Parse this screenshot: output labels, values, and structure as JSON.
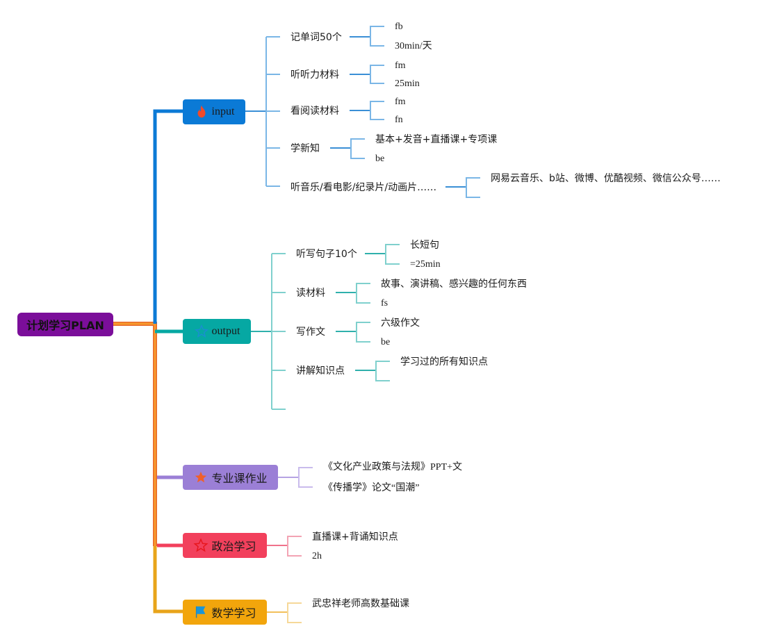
{
  "root": {
    "label": "计划学习PLAN",
    "color": "#7b0e9a"
  },
  "branches": [
    {
      "label": "input",
      "icon": "fire-icon",
      "color": "#0b7ad6",
      "children": [
        {
          "label": "记单词50个",
          "children": [
            "fb",
            "30min/天"
          ]
        },
        {
          "label": "听听力材料",
          "children": [
            "fm",
            "25min"
          ]
        },
        {
          "label": "看阅读材料",
          "children": [
            "fm",
            "fn"
          ]
        },
        {
          "label": "学新知",
          "children": [
            "基本+发音+直播课+专项课",
            "be"
          ]
        },
        {
          "label": "听音乐/看电影/纪录片/动画片……",
          "children": [
            "网易云音乐、b站、微博、优酷视频、微信公众号……",
            ""
          ]
        }
      ]
    },
    {
      "label": "output",
      "icon": "star-outline-icon",
      "color": "#06a8a3",
      "children": [
        {
          "label": "听写句子10个",
          "children": [
            "长短句",
            "=25min"
          ]
        },
        {
          "label": "读材料",
          "children": [
            "故事、演讲稿、感兴趣的任何东西",
            "fs"
          ]
        },
        {
          "label": "写作文",
          "children": [
            "六级作文",
            "be"
          ]
        },
        {
          "label": "讲解知识点",
          "children": [
            "学习过的所有知识点",
            ""
          ]
        },
        {
          "label": "",
          "children": []
        }
      ]
    },
    {
      "label": "专业课作业",
      "icon": "star-filled-icon",
      "color": "#9b7fd6",
      "children": [
        {
          "label": "《文化产业政策与法规》PPT+文"
        },
        {
          "label": "《传播学》论文“国潮”"
        }
      ]
    },
    {
      "label": "政治学习",
      "icon": "star-outline-red-icon",
      "color": "#f2405c",
      "children": [
        {
          "label": "直播课+背诵知识点"
        },
        {
          "label": "2h"
        }
      ]
    },
    {
      "label": "数学学习",
      "icon": "flag-icon",
      "color": "#f2a50c",
      "children": [
        {
          "label": "武忠祥老师高数基础课"
        },
        {
          "label": ""
        }
      ]
    }
  ]
}
